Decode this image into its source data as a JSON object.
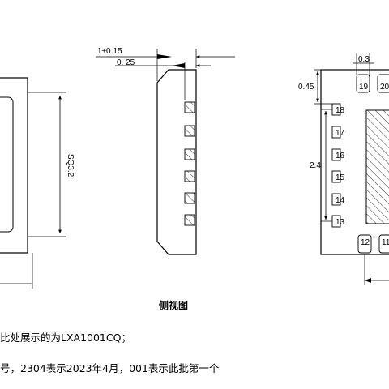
{
  "front_view": {
    "dim_size": "SQ3.2"
  },
  "side_view": {
    "dim_top": "1±0.15",
    "dim_second": "0. 25",
    "caption": "侧视图"
  },
  "bottom_view": {
    "dim_pad_width": "0.3",
    "dim_offset": "0.45",
    "dim_span": "2.4",
    "pin_labels_top": [
      "19",
      "20"
    ],
    "pin_labels_left": [
      "18",
      "17",
      "16",
      "15",
      "14",
      "13"
    ],
    "pin_labels_bottom": [
      "12",
      "11"
    ]
  },
  "notes": [
    "比处展示的为LXA1001CQ；",
    "号，2304表示2023年4月，001表示此批第一个"
  ],
  "colors": {
    "line": "#000000",
    "background": "#ffffff"
  }
}
